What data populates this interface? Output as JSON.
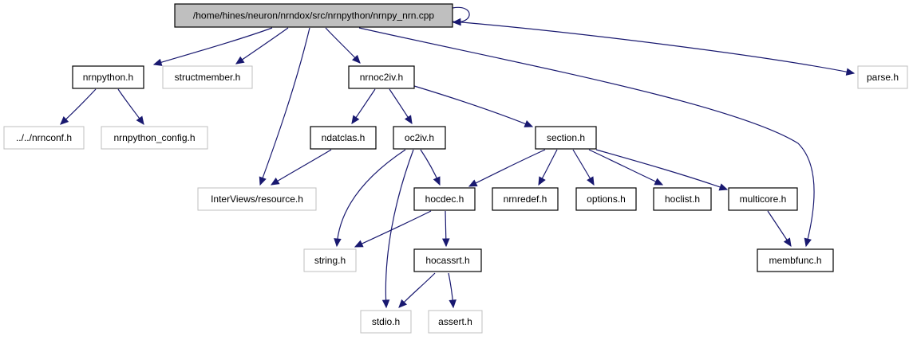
{
  "colors": {
    "edge": "#191970",
    "root_fill": "#bfbfbf",
    "node_fill": "#ffffff",
    "node_border_black": "#000000",
    "node_border_gray": "#bfbfbf",
    "text": "#000000"
  },
  "graph": {
    "root": {
      "id": "root",
      "label": "/home/hines/neuron/nrndox/src/nrnpython/nrnpy_nrn.cpp"
    },
    "nodes": [
      {
        "id": "nrnpython_h",
        "label": "nrnpython.h",
        "style": "documented"
      },
      {
        "id": "structmember_h",
        "label": "structmember.h",
        "style": "external"
      },
      {
        "id": "nrnoc2iv_h",
        "label": "nrnoc2iv.h",
        "style": "documented"
      },
      {
        "id": "parse_h",
        "label": "parse.h",
        "style": "external"
      },
      {
        "id": "nrnconf_h",
        "label": "../../nrnconf.h",
        "style": "external"
      },
      {
        "id": "nrnpython_config_h",
        "label": "nrnpython_config.h",
        "style": "external"
      },
      {
        "id": "ndatclas_h",
        "label": "ndatclas.h",
        "style": "documented"
      },
      {
        "id": "oc2iv_h",
        "label": "oc2iv.h",
        "style": "documented"
      },
      {
        "id": "section_h",
        "label": "section.h",
        "style": "documented"
      },
      {
        "id": "resource_h",
        "label": "InterViews/resource.h",
        "style": "external"
      },
      {
        "id": "hocdec_h",
        "label": "hocdec.h",
        "style": "documented"
      },
      {
        "id": "nrnredef_h",
        "label": "nrnredef.h",
        "style": "documented"
      },
      {
        "id": "options_h",
        "label": "options.h",
        "style": "documented"
      },
      {
        "id": "hoclist_h",
        "label": "hoclist.h",
        "style": "documented"
      },
      {
        "id": "multicore_h",
        "label": "multicore.h",
        "style": "documented"
      },
      {
        "id": "string_h",
        "label": "string.h",
        "style": "external"
      },
      {
        "id": "hocassrt_h",
        "label": "hocassrt.h",
        "style": "documented"
      },
      {
        "id": "membfunc_h",
        "label": "membfunc.h",
        "style": "documented"
      },
      {
        "id": "stdio_h",
        "label": "stdio.h",
        "style": "external"
      },
      {
        "id": "assert_h",
        "label": "assert.h",
        "style": "external"
      }
    ],
    "edges": [
      [
        "root",
        "root"
      ],
      [
        "root",
        "nrnpython_h"
      ],
      [
        "root",
        "structmember_h"
      ],
      [
        "root",
        "resource_h"
      ],
      [
        "root",
        "nrnoc2iv_h"
      ],
      [
        "root",
        "membfunc_h"
      ],
      [
        "root",
        "parse_h"
      ],
      [
        "nrnpython_h",
        "nrnconf_h"
      ],
      [
        "nrnpython_h",
        "nrnpython_config_h"
      ],
      [
        "nrnoc2iv_h",
        "ndatclas_h"
      ],
      [
        "nrnoc2iv_h",
        "oc2iv_h"
      ],
      [
        "nrnoc2iv_h",
        "section_h"
      ],
      [
        "ndatclas_h",
        "resource_h"
      ],
      [
        "oc2iv_h",
        "string_h"
      ],
      [
        "oc2iv_h",
        "stdio_h"
      ],
      [
        "oc2iv_h",
        "hocdec_h"
      ],
      [
        "section_h",
        "hocdec_h"
      ],
      [
        "section_h",
        "nrnredef_h"
      ],
      [
        "section_h",
        "options_h"
      ],
      [
        "section_h",
        "hoclist_h"
      ],
      [
        "section_h",
        "multicore_h"
      ],
      [
        "hocdec_h",
        "string_h"
      ],
      [
        "hocdec_h",
        "hocassrt_h"
      ],
      [
        "hocassrt_h",
        "stdio_h"
      ],
      [
        "hocassrt_h",
        "assert_h"
      ],
      [
        "multicore_h",
        "membfunc_h"
      ]
    ]
  }
}
